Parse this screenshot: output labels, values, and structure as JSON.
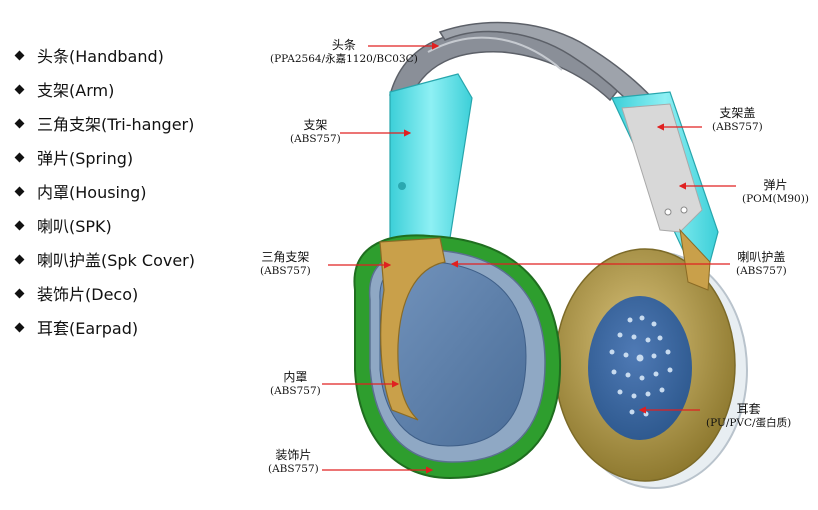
{
  "parts_list": [
    {
      "label": "头条(Handband)"
    },
    {
      "label": "支架(Arm)"
    },
    {
      "label": "三角支架(Tri-hanger)"
    },
    {
      "label": "弹片(Spring)"
    },
    {
      "label": "内罩(Housing)"
    },
    {
      "label": "喇叭(SPK)"
    },
    {
      "label": "喇叭护盖(Spk Cover)"
    },
    {
      "label": "装饰片(Deco)"
    },
    {
      "label": "耳套(Earpad)"
    }
  ],
  "callouts": {
    "handband": {
      "name": "头条",
      "material": "(PPA2564/永嘉1120/BC03C)"
    },
    "arm": {
      "name": "支架",
      "material": "(ABS757)"
    },
    "arm_cover": {
      "name": "支架盖",
      "material": "(ABS757)"
    },
    "spring": {
      "name": "弹片",
      "material": "(POM(M90))"
    },
    "tri_hanger": {
      "name": "三角支架",
      "material": "(ABS757)"
    },
    "spk_cover": {
      "name": "喇叭护盖",
      "material": "(ABS757)"
    },
    "housing": {
      "name": "内罩",
      "material": "(ABS757)"
    },
    "earpad": {
      "name": "耳套",
      "material": "(PU/PVC/蛋白质)"
    },
    "deco": {
      "name": "装饰片",
      "material": "(ABS757)"
    }
  },
  "colors": {
    "handband": "#8a8f98",
    "arm": "#5ee0e6",
    "tri_hanger": "#c9a04a",
    "deco": "#2e9e2e",
    "housing": "#5c7fa8",
    "earpad": "#b39a45",
    "spring": "#d8d8d8",
    "arrow": "#e02020"
  }
}
